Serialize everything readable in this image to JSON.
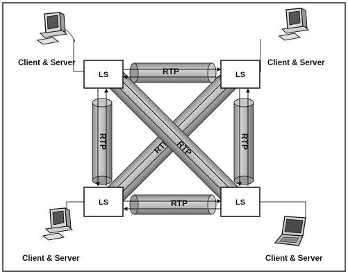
{
  "diagram": {
    "clients": [
      {
        "id": "top-left",
        "label": "Client & Server",
        "device": "desktop-computer"
      },
      {
        "id": "top-right",
        "label": "Client & Server",
        "device": "desktop-computer"
      },
      {
        "id": "bottom-left",
        "label": "Client & Server",
        "device": "desktop-computer"
      },
      {
        "id": "bottom-right",
        "label": "Client & Server",
        "device": "laptop-computer"
      }
    ],
    "nodes": [
      {
        "id": "ls-top-left",
        "label": "LS"
      },
      {
        "id": "ls-top-right",
        "label": "LS"
      },
      {
        "id": "ls-bottom-left",
        "label": "LS"
      },
      {
        "id": "ls-bottom-right",
        "label": "LS"
      }
    ],
    "tunnels": [
      {
        "id": "top",
        "label": "RTP"
      },
      {
        "id": "bottom",
        "label": "RTP"
      },
      {
        "id": "left",
        "label": "RTP"
      },
      {
        "id": "right",
        "label": "RTP"
      },
      {
        "id": "diagonal-bl-tr",
        "label": "RTP"
      },
      {
        "id": "diagonal-tl-br",
        "label": "RTP"
      }
    ],
    "colors": {
      "border": "#000000",
      "tube_fill": "#bdbdbd",
      "tube_dark": "#7a7a7a",
      "box_fill": "#ffffff"
    }
  }
}
